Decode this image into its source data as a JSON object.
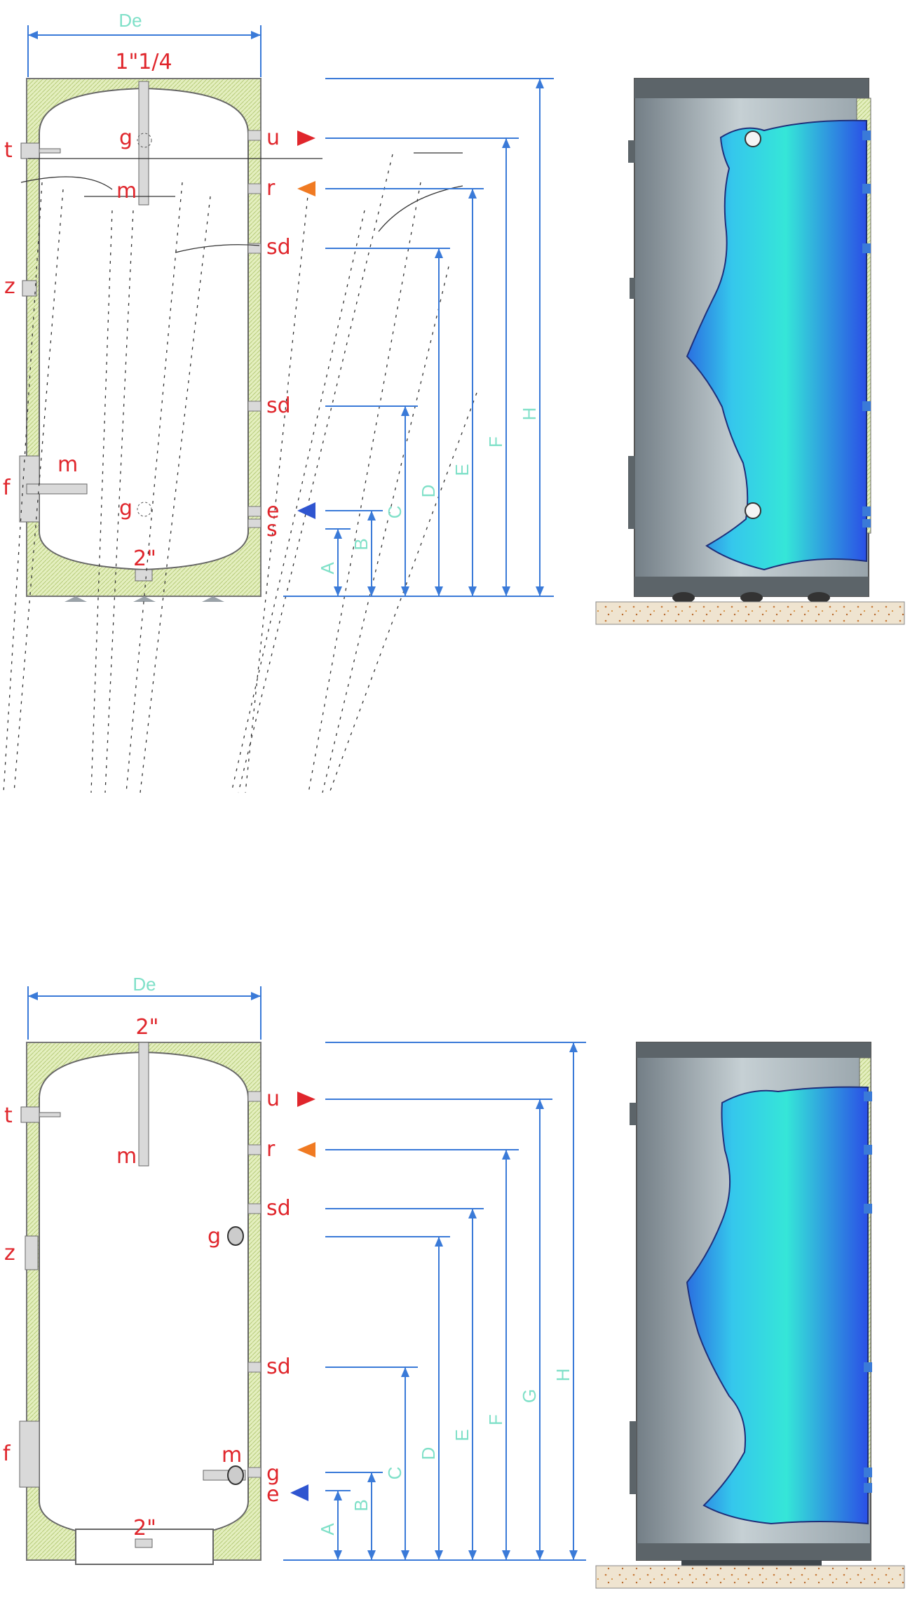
{
  "colors": {
    "insulation": "#e4efbf",
    "label": "#e0262c",
    "dimension_label": "#7fe0c8",
    "dimension_line": "#3a7ad8",
    "flow_hot": "#e0262c",
    "flow_return": "#f07a22",
    "flow_cold": "#2f55d0",
    "tank_casing": "#8a959c",
    "water_light": "#35e6d8",
    "water_dark": "#2a4fe6"
  },
  "top_diagram": {
    "width_label": "De",
    "top_connection": "1\"1/4",
    "bottom_connection": "2\"",
    "left_labels": [
      "t",
      "z",
      "f"
    ],
    "inner_labels": [
      "m",
      "g",
      "m",
      "g"
    ],
    "right_labels": [
      "u",
      "r",
      "sd",
      "sd",
      "e",
      "s"
    ],
    "dimensions": [
      "A",
      "B",
      "C",
      "D",
      "E",
      "F",
      "H"
    ]
  },
  "bottom_diagram": {
    "width_label": "De",
    "top_connection": "2\"",
    "bottom_connection": "2\"",
    "left_labels": [
      "t",
      "z",
      "f"
    ],
    "inner_labels": [
      "m",
      "g",
      "m"
    ],
    "right_labels": [
      "u",
      "r",
      "sd",
      "sd",
      "g",
      "e"
    ],
    "dimensions": [
      "A",
      "B",
      "C",
      "D",
      "E",
      "F",
      "G",
      "H"
    ]
  }
}
